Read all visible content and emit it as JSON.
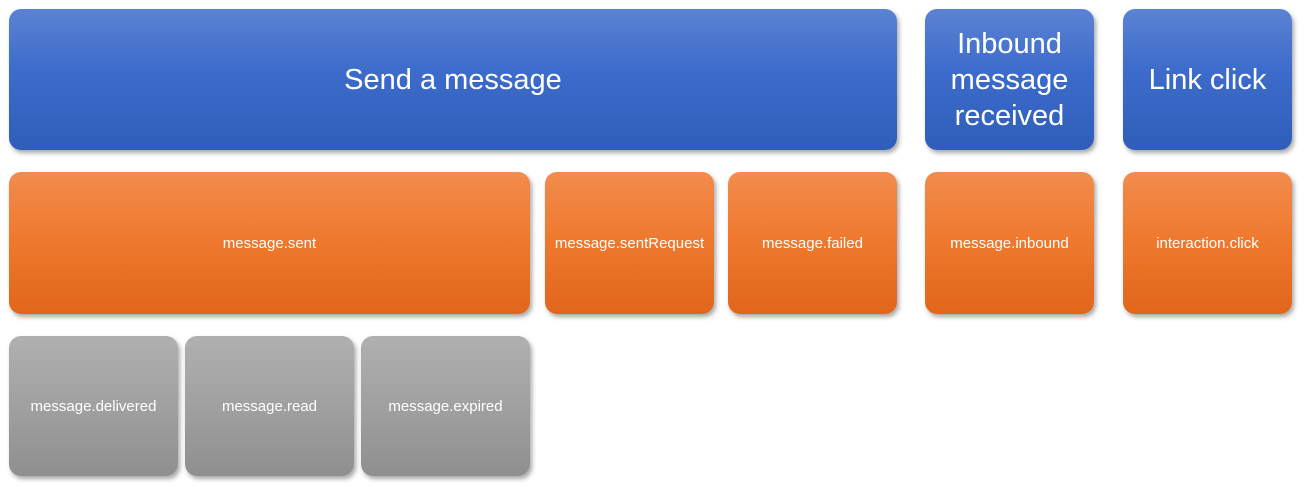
{
  "triggers": {
    "send_message": "Send a message",
    "inbound_line1": "Inbound",
    "inbound_line2": "message",
    "inbound_line3": "received",
    "link_click": "Link click"
  },
  "events": {
    "message_sent": "message.sent",
    "message_sent_request": "message.sentRequest",
    "message_failed": "message.failed",
    "message_inbound": "message.inbound",
    "interaction_click": "interaction.click"
  },
  "statuses": {
    "message_delivered": "message.delivered",
    "message_read": "message.read",
    "message_expired": "message.expired"
  },
  "colors": {
    "trigger_blue": "#3c6bcb",
    "event_orange": "#ef7a2f",
    "status_gray": "#a2a2a2"
  }
}
